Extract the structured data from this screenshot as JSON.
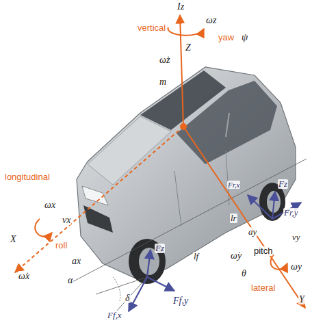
{
  "diagram": {
    "labels": [
      "Iz",
      "vertical",
      "ωz",
      "yaw",
      "ψ",
      "Z",
      "ω̇z",
      "m",
      "longitudinal",
      "ωx",
      "vx",
      "X",
      "roll",
      "ax",
      "ω̇x",
      "α",
      "δ",
      "Ff,x",
      "Fz",
      "Ff,y",
      "Fr,x",
      "Fz",
      "Fr,y",
      "lr",
      "lf",
      "ay",
      "vy",
      "ω̇y",
      "θ",
      "pitch",
      "ωy",
      "lateral",
      "Y"
    ]
  }
}
